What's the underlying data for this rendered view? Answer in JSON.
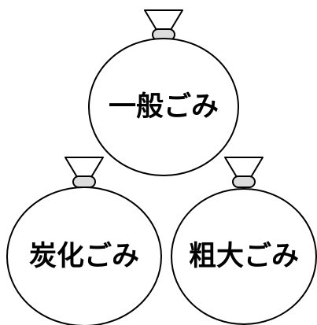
{
  "bags": [
    {
      "id": "general",
      "label": "一般ごみ"
    },
    {
      "id": "ash",
      "label": "炭化ごみ"
    },
    {
      "id": "bulky",
      "label": "粗大ごみ"
    }
  ],
  "colors": {
    "stroke": "#000000",
    "fill": "#ffffff",
    "knot_fill": "#dcdcdc",
    "text": "#000000"
  }
}
